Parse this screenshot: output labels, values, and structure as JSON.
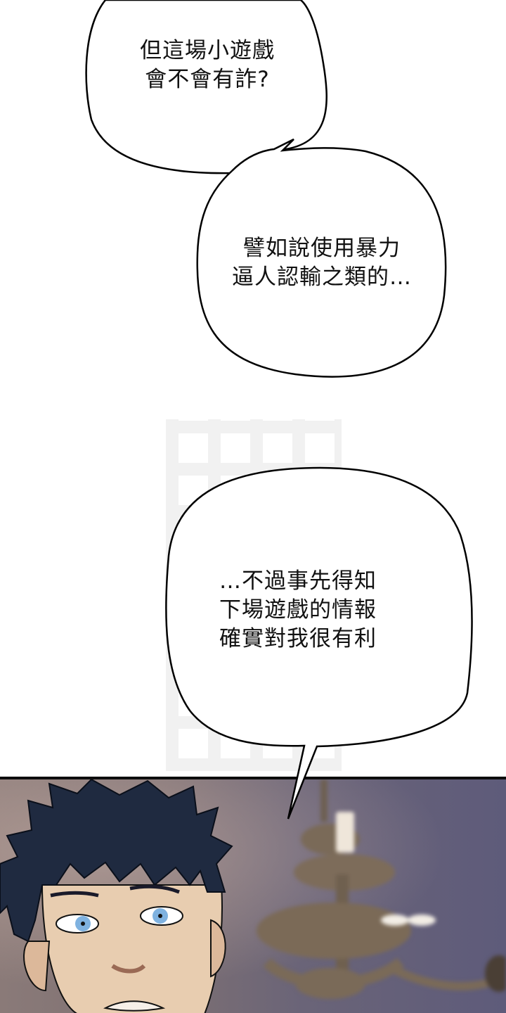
{
  "page": {
    "type": "comic-panel",
    "background_color": "#ffffff"
  },
  "bubbles": [
    {
      "id": "bubble-1",
      "lines": [
        "但這場小遊戲",
        "會不會有詐?"
      ]
    },
    {
      "id": "bubble-2",
      "lines": [
        "譬如說使用暴力",
        "逼人認輸之類的…"
      ]
    },
    {
      "id": "bubble-3",
      "lines": [
        "…不過事先得知",
        "下場遊戲的情報",
        "確實對我很有利"
      ]
    }
  ],
  "panel": {
    "description": "Close-up of a dark-haired young man with blue eyes looking up; a blurred candle chandelier hangs in the background",
    "colors": {
      "hair": "#1f2a40",
      "skin": "#e8cdb0",
      "eyes": "#7fb2e0",
      "wall_left": "#8a7a78",
      "wall_right": "#5e5b7a",
      "chandelier": "#7a6a58",
      "candle": "#efe6da",
      "border": "#0d0d0d"
    }
  }
}
